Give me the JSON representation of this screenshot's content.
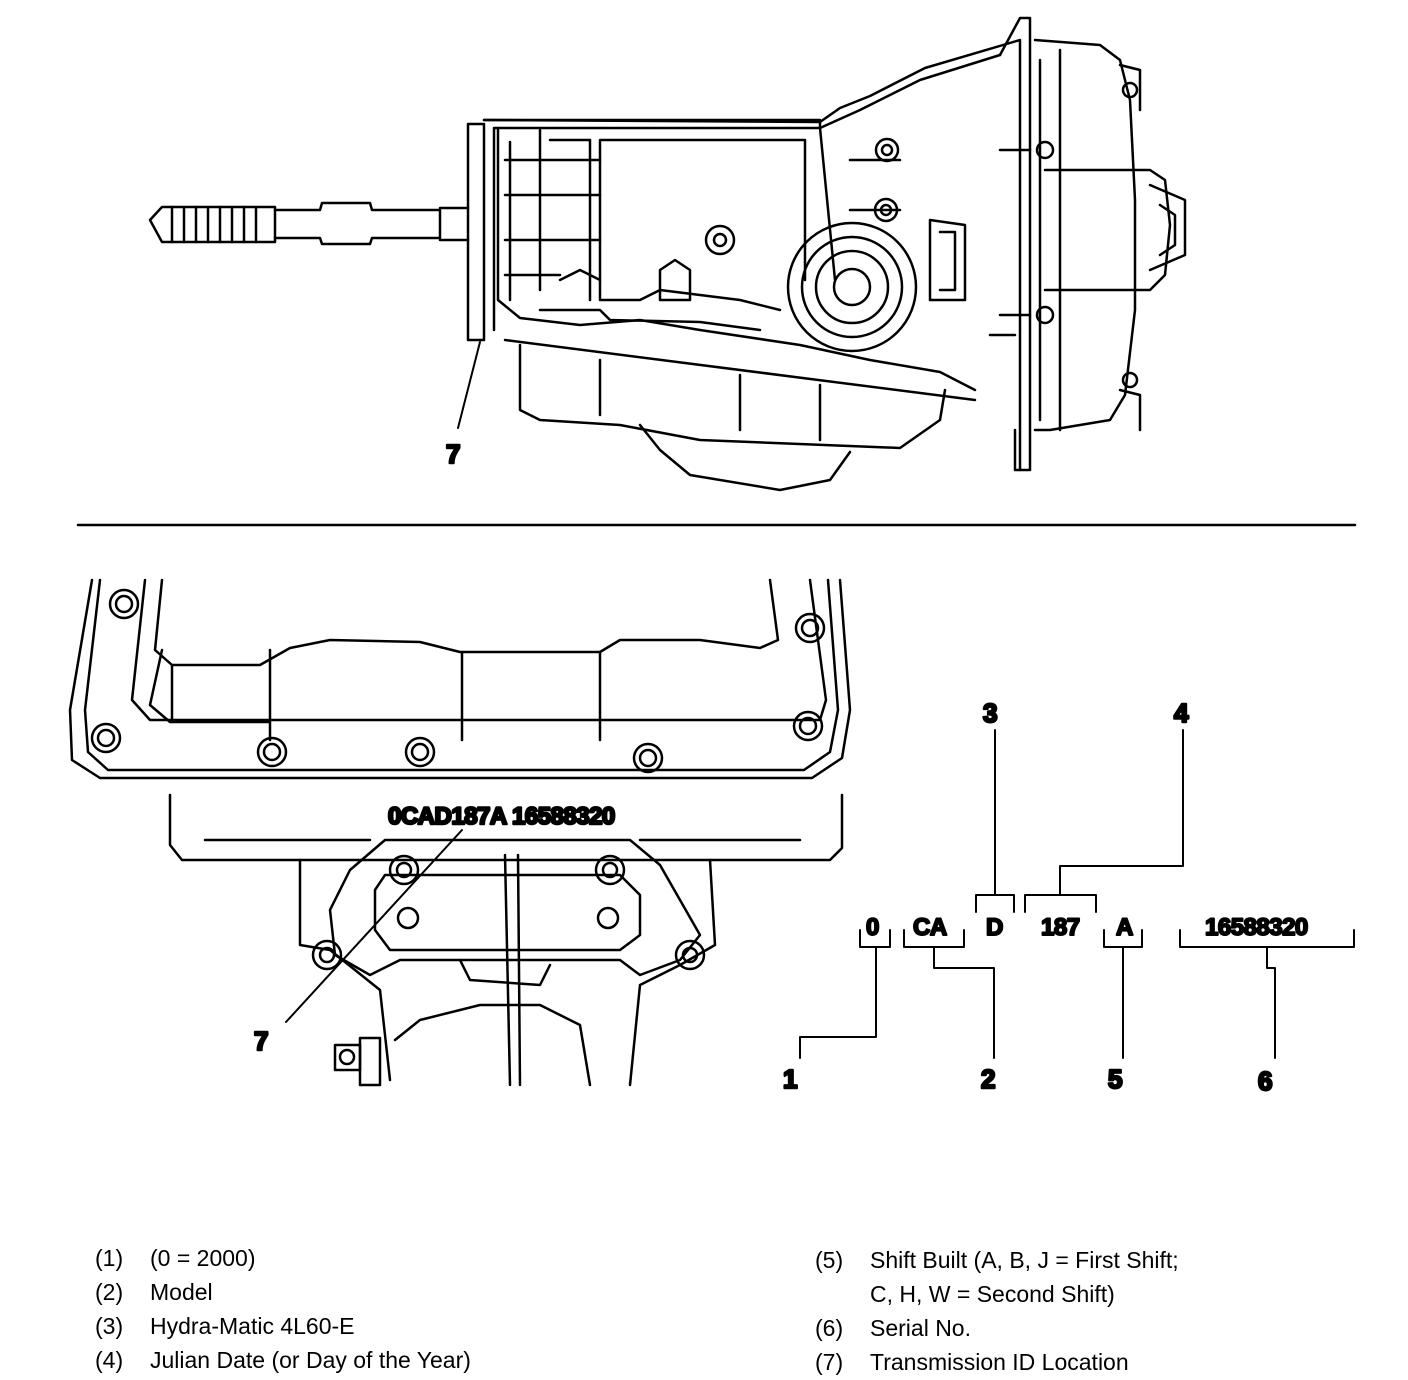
{
  "top_view": {
    "callout": "7"
  },
  "bottom_view": {
    "stamp": "0CAD187A  16588320",
    "callout": "7"
  },
  "code": {
    "segments": {
      "year": "0",
      "model": "CA",
      "hydramatic": "D",
      "julian": "187",
      "shift": "A",
      "serial": "16588320"
    },
    "callouts": {
      "c1": "1",
      "c2": "2",
      "c3": "3",
      "c4": "4",
      "c5": "5",
      "c6": "6"
    }
  },
  "legend": {
    "left": [
      {
        "num": "(1)",
        "text": "(0 = 2000)"
      },
      {
        "num": "(2)",
        "text": "Model"
      },
      {
        "num": "(3)",
        "text": "Hydra-Matic 4L60-E"
      },
      {
        "num": "(4)",
        "text": "Julian Date (or Day of the Year)"
      }
    ],
    "right": [
      {
        "num": "(5)",
        "text": "Shift Built (A, B, J = First Shift;",
        "cont": "C, H, W = Second Shift)"
      },
      {
        "num": "(6)",
        "text": "Serial No."
      },
      {
        "num": "(7)",
        "text": "Transmission ID Location"
      }
    ]
  }
}
